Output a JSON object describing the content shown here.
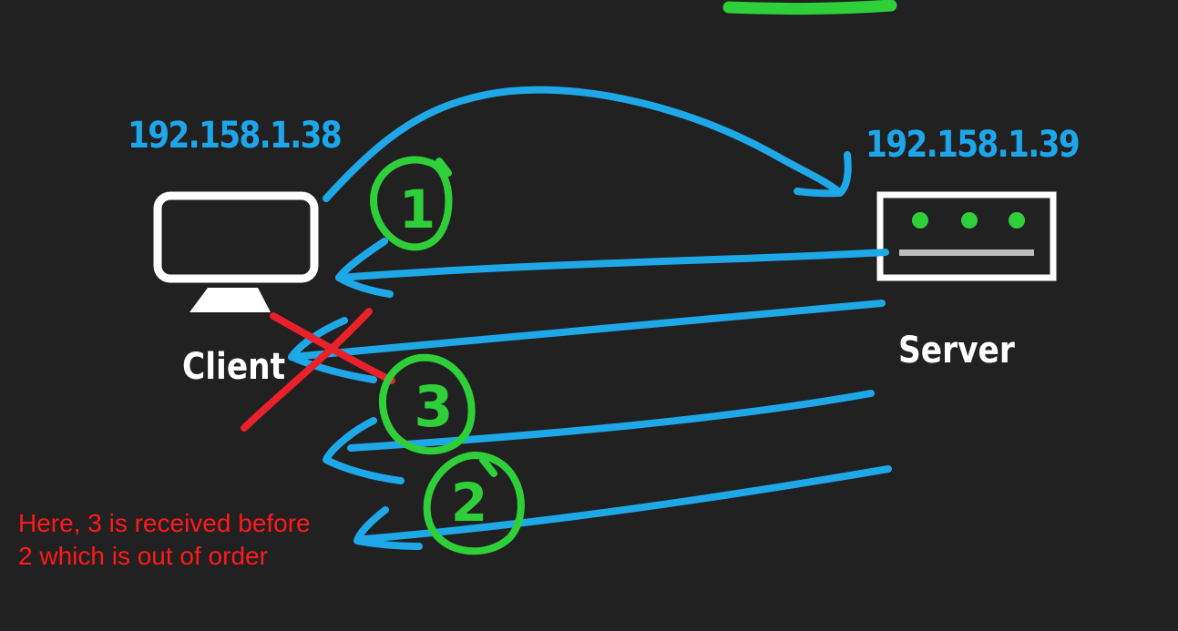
{
  "colors": {
    "background": "#212121",
    "ip_text": "#1da6ea",
    "packet_arrow": "#1ea8e8",
    "packet_circle": "#2fcf3a",
    "cross_out": "#e8212a",
    "note_text": "#ff1a1a",
    "device": "#ffffff",
    "server_light": "#2fcf3a",
    "server_slot": "#bdbdbd"
  },
  "client": {
    "ip": "192.158.1.38",
    "label": "Client",
    "icon": "monitor-icon"
  },
  "server": {
    "ip": "192.158.1.39",
    "label": "Server",
    "icon": "server-icon"
  },
  "packets": [
    {
      "number": "1",
      "direction": "client-to-server"
    },
    {
      "number": "3",
      "direction": "server-to-client"
    },
    {
      "number": "2",
      "direction": "server-to-client"
    }
  ],
  "note": {
    "line1": "Here, 3 is received before",
    "line2": "2 which is out of order"
  }
}
